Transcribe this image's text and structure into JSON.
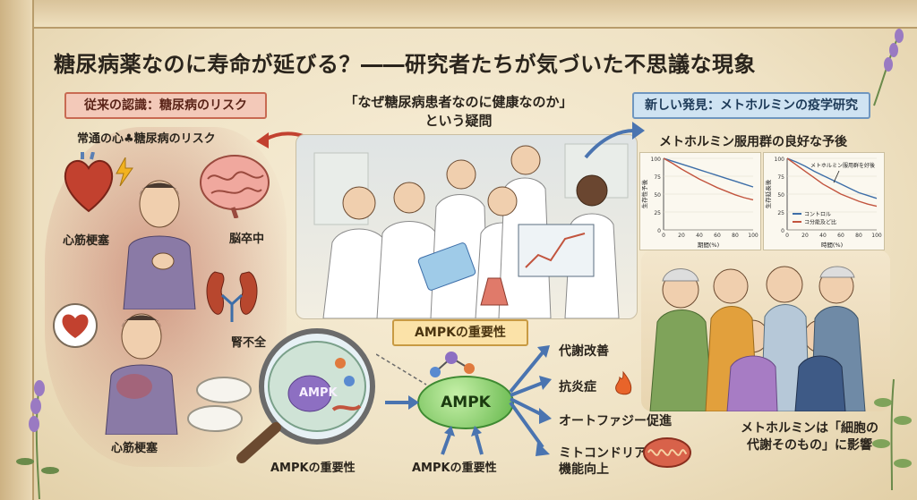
{
  "title": "糖尿病薬なのに寿命が延びる？――研究者たちが気づいた不思議な現象",
  "left_panel": {
    "tag": "従来の認識：糖尿病のリスク",
    "subtitle": "常通の心♣糖尿病のリスク",
    "conditions": [
      "心筋梗塞",
      "脳卒中",
      "腎不全",
      "心筋梗塞"
    ]
  },
  "center": {
    "question_line1": "「なぜ糖尿病患者なのに健康なのか」",
    "question_line2": "という疑問",
    "ampk_tag": "AMPKの重要性",
    "cell_label": "AMPK",
    "ampk_center": "AMPK",
    "bottom_left_label": "AMPKの重要性",
    "bottom_center_label": "AMPKの重要性",
    "effects": [
      "代謝改善",
      "抗炎症",
      "オートファジー促進",
      "ミトコンドリア",
      "機能向上"
    ]
  },
  "right_panel": {
    "tag": "新しい発見：メトホルミンの疫学研究",
    "chart_title": "メトホルミン服用群の良好な予後",
    "closing_line1": "メトホルミンは「細胞の",
    "closing_line2": "代謝そのもの」に影響"
  },
  "chart_data": [
    {
      "type": "line",
      "ylabel": "生存性予後",
      "xlabel": "期間(%)",
      "x_ticks": [
        "0",
        "20",
        "40",
        "60",
        "80",
        "100"
      ],
      "y_ticks": [
        "0",
        "25",
        "50",
        "75",
        "100"
      ],
      "ylim": [
        0,
        100
      ],
      "xlim": [
        0,
        100
      ],
      "series": [
        {
          "color": "#3d6ea8",
          "x": [
            0,
            10,
            20,
            30,
            40,
            50,
            60,
            70,
            80,
            90,
            100
          ],
          "y": [
            100,
            96,
            92,
            88,
            84,
            80,
            76,
            72,
            68,
            64,
            60
          ]
        },
        {
          "color": "#c2543e",
          "x": [
            0,
            10,
            20,
            30,
            40,
            50,
            60,
            70,
            80,
            90,
            100
          ],
          "y": [
            100,
            93,
            85,
            78,
            71,
            65,
            59,
            54,
            49,
            45,
            42
          ]
        }
      ]
    },
    {
      "type": "line",
      "ylabel": "生存延長後",
      "xlabel": "時間(%)",
      "x_ticks": [
        "0",
        "20",
        "40",
        "60",
        "80",
        "100"
      ],
      "y_ticks": [
        "0",
        "25",
        "50",
        "75",
        "100"
      ],
      "ylim": [
        0,
        100
      ],
      "xlim": [
        0,
        100
      ],
      "annotation": "メトホルミン服用群を好後",
      "legend": [
        "コントロル",
        "コ分能及ど比"
      ],
      "series": [
        {
          "name": "コントロル",
          "color": "#3d6ea8",
          "x": [
            0,
            10,
            20,
            30,
            40,
            50,
            60,
            70,
            80,
            90,
            100
          ],
          "y": [
            100,
            95,
            89,
            82,
            76,
            70,
            64,
            58,
            52,
            48,
            44
          ]
        },
        {
          "name": "コ分能及ど比",
          "color": "#c2543e",
          "x": [
            0,
            10,
            20,
            30,
            40,
            50,
            60,
            70,
            80,
            90,
            100
          ],
          "y": [
            100,
            91,
            82,
            73,
            64,
            57,
            50,
            45,
            40,
            36,
            33
          ]
        }
      ]
    }
  ],
  "colors": {
    "risk_red": "#c86a52",
    "discovery_blue": "#6f96bf",
    "ampk_green": "#63b64a",
    "accent_amber": "#c89a43"
  }
}
